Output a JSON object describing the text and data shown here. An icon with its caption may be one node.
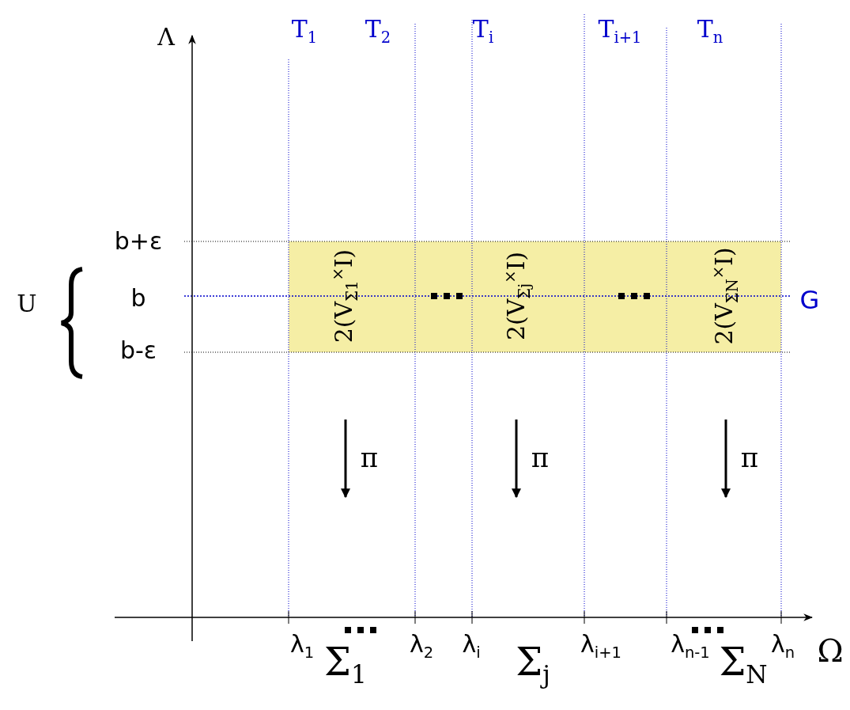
{
  "diagram": {
    "nodes": [
      {
        "text": [
          "2(V$_{Σ1}$$^{×}$I)",
          "2(V$_{Σj}$$^{×}$I)",
          "2(V$_{ΣN}$$^{×}$I)"
        ]
      }
    ],
    "labels": [
      "Λ",
      "T$_{1}$",
      "T$_{2}$",
      "T$_{i}$",
      "T$_{i+1}$",
      "T$_{n}$",
      "U",
      "b+ε",
      "b",
      "G",
      "b-ε",
      "π",
      "π",
      "π",
      "λ$_{1}$",
      "Σ$_{1}$",
      "λ$_{2}$",
      "λ$_{i}$",
      "Σ$_{j}$",
      "λ$_{i+1}$",
      "λ$_{n-1}$",
      "Σ$_{N}$",
      "λ$_{n}$",
      "Ω"
    ]
  }
}
